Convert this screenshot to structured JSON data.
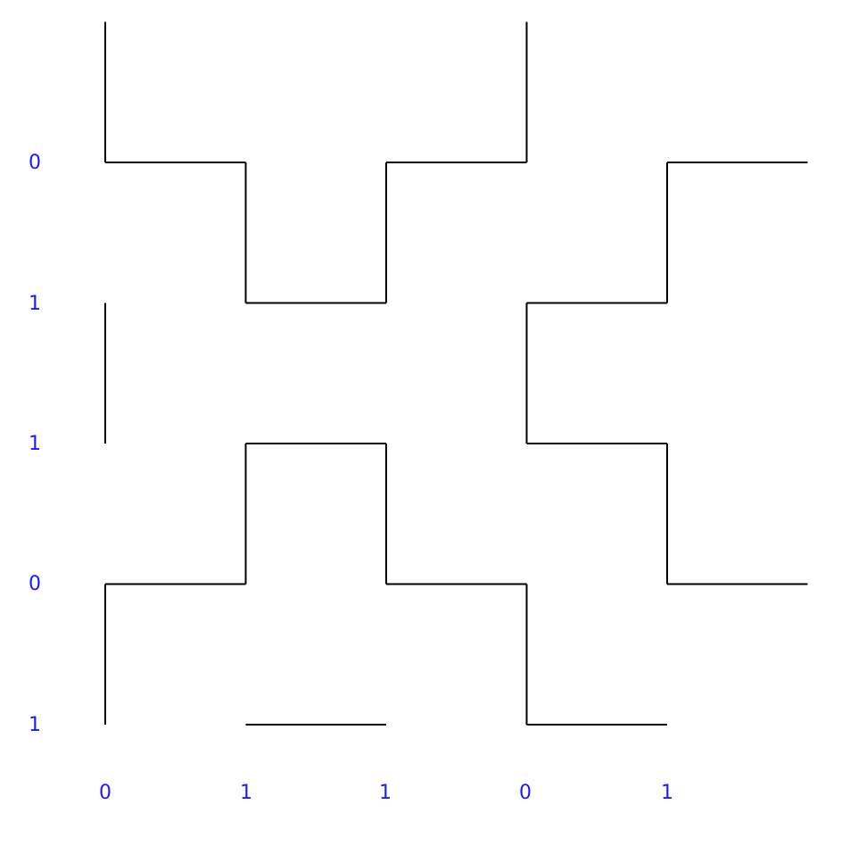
{
  "row_labels": [
    "0",
    "1",
    "1",
    "0",
    "1"
  ],
  "col_labels": [
    "0",
    "1",
    "1",
    "0",
    "1"
  ],
  "colors": {
    "label": "#1a1aff",
    "line": "#000000"
  },
  "segments": [
    [
      [
        0,
        -1
      ],
      [
        0,
        0
      ]
    ],
    [
      [
        0,
        0
      ],
      [
        1,
        0
      ]
    ],
    [
      [
        1,
        0
      ],
      [
        1,
        1
      ]
    ],
    [
      [
        1,
        1
      ],
      [
        2,
        1
      ]
    ],
    [
      [
        2,
        1
      ],
      [
        2,
        0
      ]
    ],
    [
      [
        2,
        0
      ],
      [
        3,
        0
      ]
    ],
    [
      [
        3,
        0
      ],
      [
        3,
        -1
      ]
    ],
    [
      [
        5,
        0
      ],
      [
        4,
        0
      ]
    ],
    [
      [
        4,
        0
      ],
      [
        4,
        1
      ]
    ],
    [
      [
        4,
        1
      ],
      [
        3,
        1
      ]
    ],
    [
      [
        3,
        1
      ],
      [
        3,
        2
      ]
    ],
    [
      [
        3,
        2
      ],
      [
        4,
        2
      ]
    ],
    [
      [
        4,
        2
      ],
      [
        4,
        3
      ]
    ],
    [
      [
        4,
        3
      ],
      [
        5,
        3
      ]
    ],
    [
      [
        0,
        1
      ],
      [
        0,
        2
      ]
    ],
    [
      [
        1,
        2
      ],
      [
        2,
        2
      ]
    ],
    [
      [
        1,
        2
      ],
      [
        1,
        3
      ]
    ],
    [
      [
        2,
        2
      ],
      [
        2,
        3
      ]
    ],
    [
      [
        1,
        3
      ],
      [
        0,
        3
      ]
    ],
    [
      [
        0,
        3
      ],
      [
        0,
        4
      ]
    ],
    [
      [
        2,
        3
      ],
      [
        3,
        3
      ]
    ],
    [
      [
        3,
        3
      ],
      [
        3,
        4
      ]
    ],
    [
      [
        3,
        4
      ],
      [
        4,
        4
      ]
    ],
    [
      [
        1,
        4
      ],
      [
        2,
        4
      ]
    ]
  ]
}
